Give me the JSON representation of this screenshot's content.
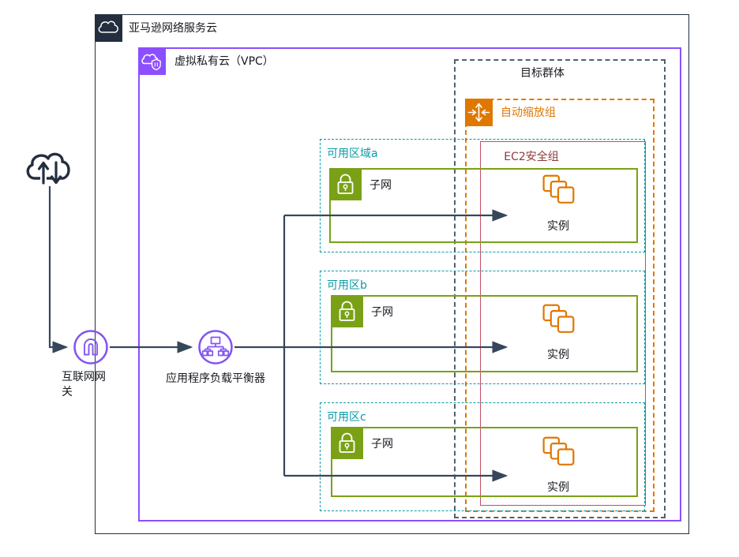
{
  "nodes": {
    "aws_cloud": {
      "label": "亚马逊网络服务云"
    },
    "vpc": {
      "label": "虚拟私有云（VPC）"
    },
    "target_group": {
      "label": "目标群体"
    },
    "auto_scaling_group": {
      "label": "自动缩放组"
    },
    "ec2_security_group": {
      "label": "EC2安全组"
    },
    "internet_gateway": {
      "label": "互联网网关"
    },
    "load_balancer": {
      "label": "应用程序负载平衡器"
    },
    "zones": [
      {
        "label": "可用区域a",
        "subnet": "子网",
        "instance": "实例"
      },
      {
        "label": "可用区b",
        "subnet": "子网",
        "instance": "实例"
      },
      {
        "label": "可用区c",
        "subnet": "子网",
        "instance": "实例"
      }
    ]
  },
  "icons": {
    "aws-cloud-icon": "white cloud outline on dark navy square",
    "vpc-icon": "white cloud with shield on purple square",
    "auto-scaling-icon": "white four-direction arrows on orange square",
    "subnet-lock-icon": "white padlock on green square",
    "instance-icon": "three overlapping orange squares",
    "internet-cloud-icon": "dark cloud with up and down arrows",
    "internet-gateway-icon": "purple circle with arch",
    "load-balancer-icon": "purple circle with network tree"
  },
  "colors": {
    "aws": "#232f3e",
    "vpc": "#8c4fff",
    "target_group": "#51606d",
    "asg": "#e07700",
    "az": "#0b9aa5",
    "subnet": "#7aa116",
    "security_group": "#c24e60",
    "security_group_text": "#8f3a38",
    "connector": "#37475a"
  }
}
